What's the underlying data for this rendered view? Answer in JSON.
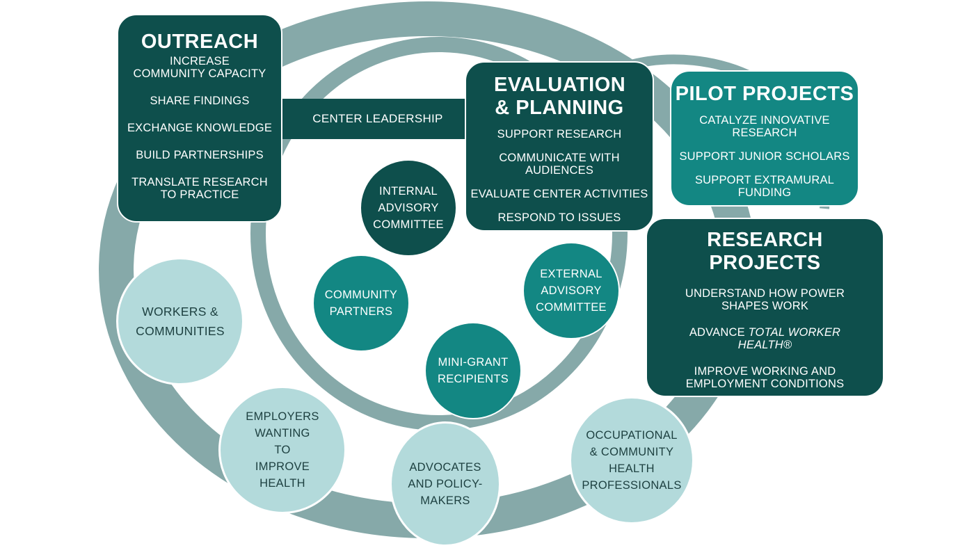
{
  "colors": {
    "dark": "#0e4f4c",
    "teal": "#138783",
    "light": "#b3dadb",
    "ring": "#86a9a9"
  },
  "outreach": {
    "title": "OUTREACH",
    "items": [
      "INCREASE COMMUNITY CAPACITY",
      "SHARE FINDINGS",
      "EXCHANGE KNOWLEDGE",
      "BUILD PARTNERSHIPS",
      "TRANSLATE RESEARCH TO PRACTICE"
    ]
  },
  "center_leadership": "CENTER LEADERSHIP",
  "evaluation": {
    "title": "EVALUATION & PLANNING",
    "items": [
      "SUPPORT RESEARCH",
      "COMMUNICATE WITH AUDIENCES",
      "EVALUATE CENTER ACTIVITIES",
      "RESPOND TO ISSUES"
    ]
  },
  "pilot": {
    "title": "PILOT PROJECTS",
    "items": [
      "CATALYZE INNOVATIVE RESEARCH",
      "SUPPORT JUNIOR SCHOLARS",
      "SUPPORT EXTRAMURAL FUNDING"
    ]
  },
  "research": {
    "title": "RESEARCH PROJECTS",
    "items": [
      "UNDERSTAND HOW POWER SHAPES WORK",
      "ADVANCE",
      "TOTAL WORKER HEALTH®",
      "IMPROVE WORKING AND EMPLOYMENT CONDITIONS"
    ]
  },
  "inner_circles": {
    "internal": "INTERNAL ADVISORY COMMITTEE",
    "community_partners": "COMMUNITY PARTNERS",
    "external": "EXTERNAL ADVISORY COMMITTEE",
    "mini_grant": "MINI-GRANT RECIPIENTS"
  },
  "outer_circles": {
    "workers": "WORKERS & COMMUNITIES",
    "employers": "EMPLOYERS WANTING TO IMPROVE HEALTH",
    "advocates": "ADVOCATES AND POLICY-MAKERS",
    "occupational": "OCCUPATIONAL & COMMUNITY HEALTH PROFESSIONALS"
  }
}
